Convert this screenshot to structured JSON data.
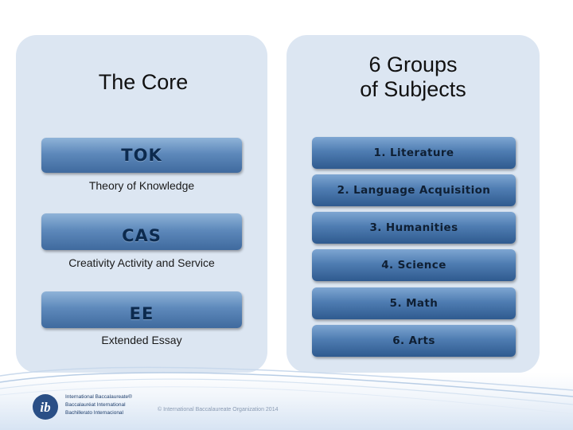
{
  "core": {
    "title": "The Core",
    "items": [
      {
        "label": "TOK",
        "description": "Theory of Knowledge"
      },
      {
        "label": "CAS",
        "description": "Creativity Activity and Service"
      },
      {
        "label": "EE",
        "description": "Extended Essay"
      }
    ]
  },
  "groups": {
    "title_line1": "6 Groups",
    "title_line2": "of Subjects",
    "subjects": [
      "1. Literature",
      "2. Language Acquisition",
      "3. Humanities",
      "4. Science",
      "5. Math",
      "6. Arts"
    ]
  },
  "footer": {
    "logo_text": "ib",
    "org_line1": "International Baccalaureate®",
    "org_line2": "Baccalauréat International",
    "org_line3": "Bachillerato Internacional",
    "copyright": "© International Baccalaureate Organization 2014"
  },
  "colors": {
    "panel": "#dce6f2",
    "box_blue": "#4f7db2",
    "brand_blue": "#1e3e6c"
  }
}
